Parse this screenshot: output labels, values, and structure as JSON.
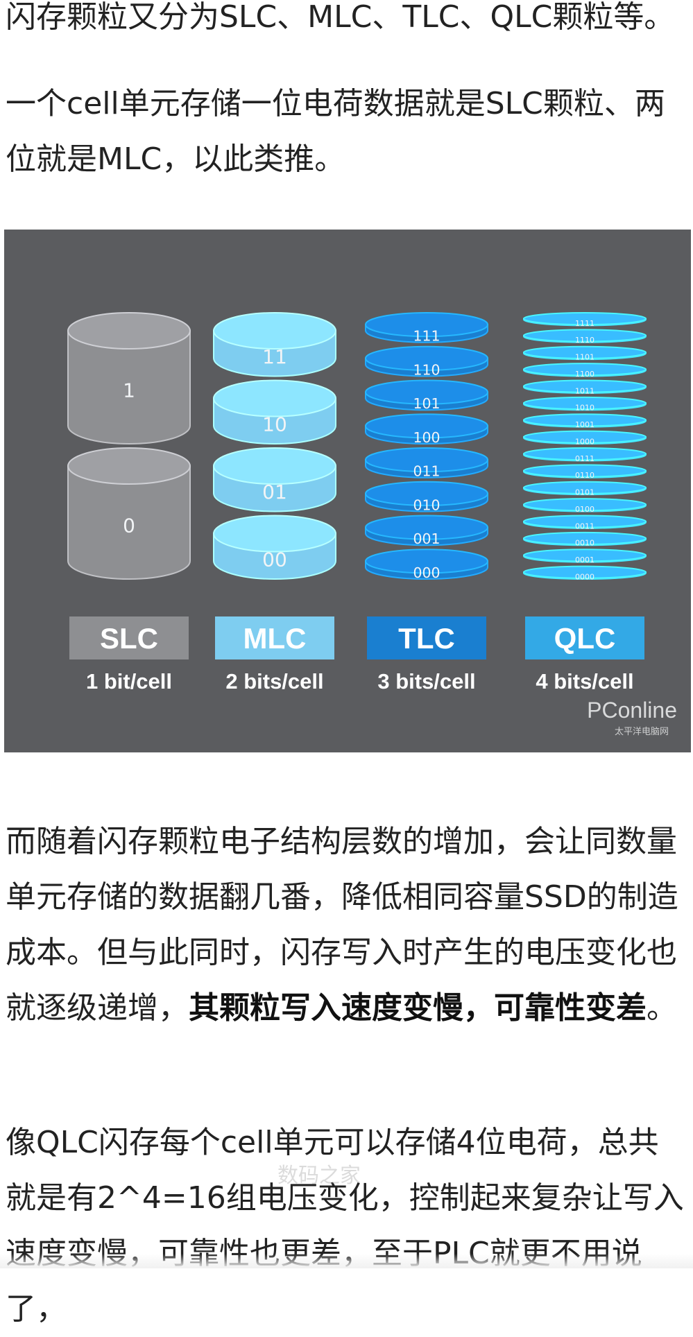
{
  "article": {
    "p1": "闪存颗粒又分为SLC、MLC、TLC、QLC颗粒等。",
    "p2": "一个cell单元存储一位电荷数据就是SLC颗粒、两位就是MLC，以此类推。",
    "p3_normal": "而随着闪存颗粒电子结构层数的增加，会让同数量单元存储的数据翻几番，降低相同容量SSD的制造成本。但与此同时，闪存写入时产生的电压变化也就逐级递增，",
    "p3_bold": "其颗粒写入速度变慢，可靠性变差",
    "p3_end": "。",
    "p4": "像QLC闪存每个cell单元可以存储4位电荷，总共就是有2^4=16组电压变化，控制起来复杂让写入速度变慢，可靠性也更差，至于PLC就更不用说了，"
  },
  "figure": {
    "background": "#5b5c5f",
    "columns": [
      {
        "name": "SLC",
        "label": "1 bit/cell",
        "color": "#8e8f92",
        "labelBg": "#8e8f92",
        "cells": [
          "1",
          "0"
        ]
      },
      {
        "name": "MLC",
        "label": "2 bits/cell",
        "color": "#7ecdf0",
        "labelBg": "#7ecdf0",
        "cells": [
          "11",
          "10",
          "01",
          "00"
        ]
      },
      {
        "name": "TLC",
        "label": "3 bits/cell",
        "color": "#1a7fd0",
        "labelBg": "#1a7fd0",
        "cells": [
          "111",
          "110",
          "101",
          "100",
          "011",
          "010",
          "001",
          "000"
        ]
      },
      {
        "name": "QLC",
        "label": "4 bits/cell",
        "color": "#33a9e6",
        "labelBg": "#33a9e6",
        "cells": [
          "1111",
          "1110",
          "1101",
          "1100",
          "1011",
          "1010",
          "1001",
          "1000",
          "0111",
          "0110",
          "0101",
          "0100",
          "0011",
          "0010",
          "0001",
          "0000"
        ]
      }
    ],
    "logo_main": "PConline",
    "logo_sub": "太平洋电脑网"
  },
  "watermark": "数码之家"
}
